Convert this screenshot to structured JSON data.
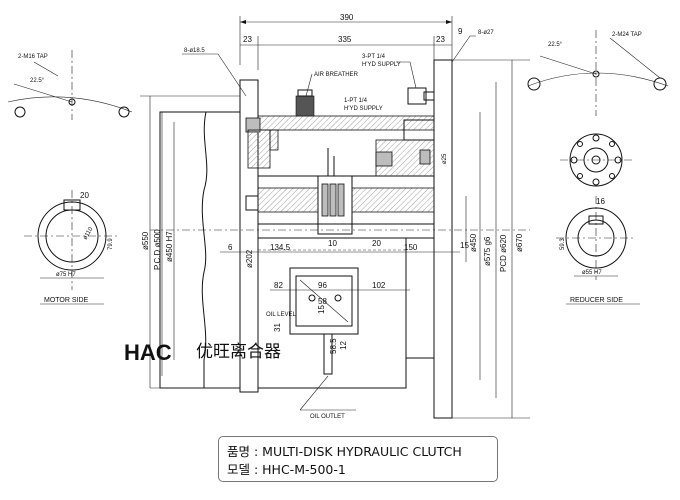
{
  "dims": {
    "overall": "390",
    "left_flange": "23",
    "span": "335",
    "right_flange": "23",
    "gap_right": "9",
    "bolt_left": "8-ø18.5",
    "bolt_right": "8-ø27",
    "tap_left": "2-M16 TAP",
    "tap_right": "2-M24 TAP",
    "angle_left": "22.5°",
    "angle_right": "22.5°",
    "pcd_left": "P.C.D ø500",
    "d550": "ø550",
    "d450": "ø450 H7",
    "d6": "6",
    "d202": "ø202",
    "d134": "134.5",
    "d10": "10",
    "d20c": "20",
    "d150": "150",
    "d15": "15",
    "d450r": "ø450",
    "d575": "ø575 g6",
    "d620": "PCD ø620",
    "d670": "ø670",
    "d25": "ø25",
    "motor_key": "20",
    "motor_bore": "ø110",
    "motor_bore_h": "79.9",
    "motor_fit": "ø75 H7",
    "reducer_key": "16",
    "reducer_h": "59.3",
    "reducer_fit": "ø55 H7",
    "d82": "82",
    "d96": "96",
    "d102": "102",
    "d58": "58",
    "d15b": "15",
    "d31": "31",
    "d58_5": "58.5",
    "d12": "12"
  },
  "labels": {
    "air_breather": "AIR BREATHER",
    "port3": "3-PT 1/4",
    "port3b": "H'YD SUPPLY",
    "port1": "1-PT 1/4",
    "port1b": "H'YD SUPPLY",
    "oil_level": "OIL LEVEL",
    "oil_outlet": "OIL OUTLET",
    "motor_side": "MOTOR SIDE",
    "reducer_side": "REDUCER SIDE",
    "logo_text": "优旺离合器",
    "logo_mark": "HAC"
  },
  "title": {
    "line1": "품명 : MULTI-DISK HYDRAULIC CLUTCH",
    "line2": "모델 : HHC-M-500-1"
  },
  "colors": {
    "logo": "#111111",
    "hatch": "#888888"
  }
}
